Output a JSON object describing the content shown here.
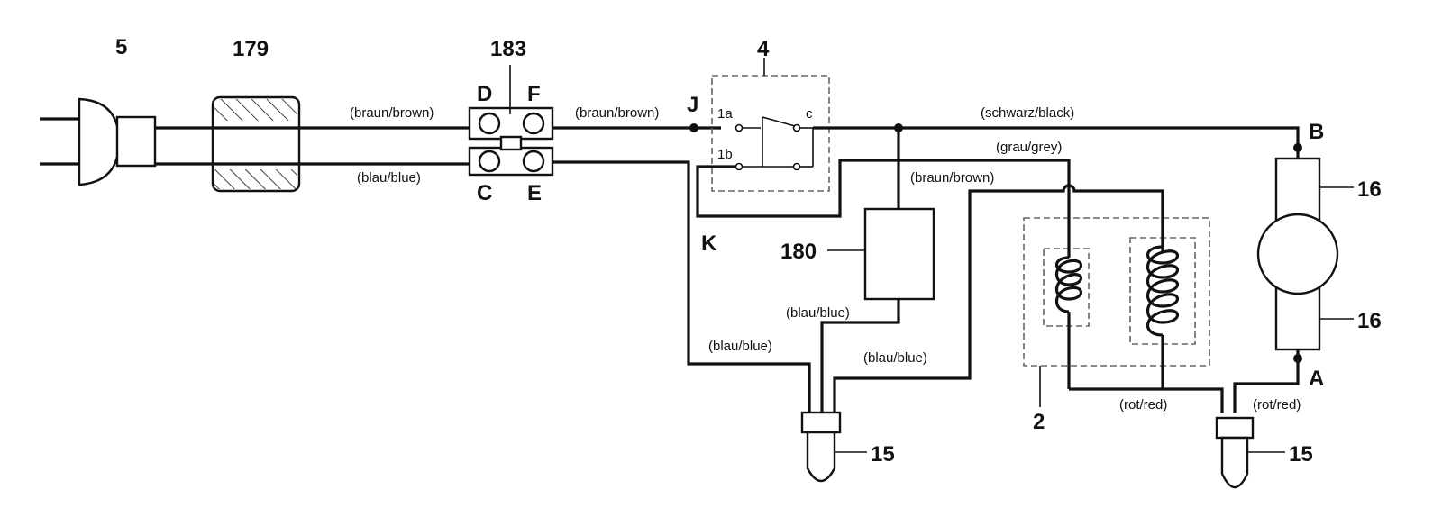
{
  "components": {
    "plug": "5",
    "ferrite": "179",
    "terminal_block": "183",
    "switch": "4",
    "capacitor": "180",
    "field_coils": "2",
    "motor_brushes_top": "16",
    "motor_brushes_bottom": "16",
    "connector_left": "15",
    "connector_right": "15"
  },
  "terminals": {
    "D": "D",
    "F": "F",
    "C": "C",
    "E": "E",
    "J": "J",
    "K": "K",
    "B": "B",
    "A": "A",
    "sw_1a": "1a",
    "sw_1b": "1b",
    "sw_c": "c"
  },
  "wires": {
    "plug_top": "(braun/brown)",
    "plug_bottom": "(blau/blue)",
    "block_to_switch": "(braun/brown)",
    "switch_to_motor": "(schwarz/black)",
    "grey": "(grau/grey)",
    "brown_coil": "(braun/brown)",
    "cap_blue": "(blau/blue)",
    "k_blue": "(blau/blue)",
    "coil_blue": "(blau/blue)",
    "red_left": "(rot/red)",
    "red_right": "(rot/red)"
  }
}
